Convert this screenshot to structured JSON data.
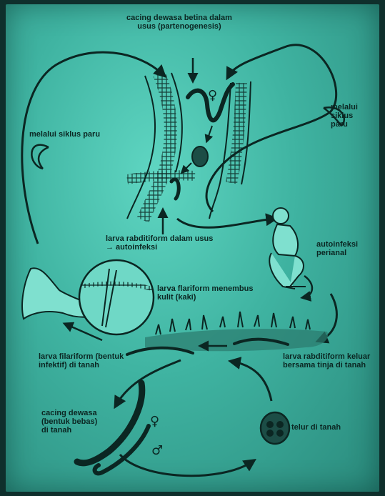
{
  "labels": {
    "adult_female": "cacing dewasa betina dalam\nusus (partenogenesis)",
    "lung_left": "melalui siklus paru",
    "lung_right": "melalui siklus\nparu",
    "rhabditiform_intestine": "larva rabditiform dalam usus\n→ autoinfeksi",
    "autoinfection": "autoinfeksi\nperianal",
    "filariform_skin": "larva flariform menembus\nkulit (kaki)",
    "filariform_soil": "larva filariform (bentuk\ninfektif) di tanah",
    "rhabditiform_feces": "larva rabditiform keluar\nbersama tinja di tanah",
    "adult_free": "cacing dewasa\n(bentuk bebas)\ndi tanah",
    "egg_soil": "telur di tanah"
  },
  "symbols": {
    "female": "♀",
    "male": "♂"
  }
}
